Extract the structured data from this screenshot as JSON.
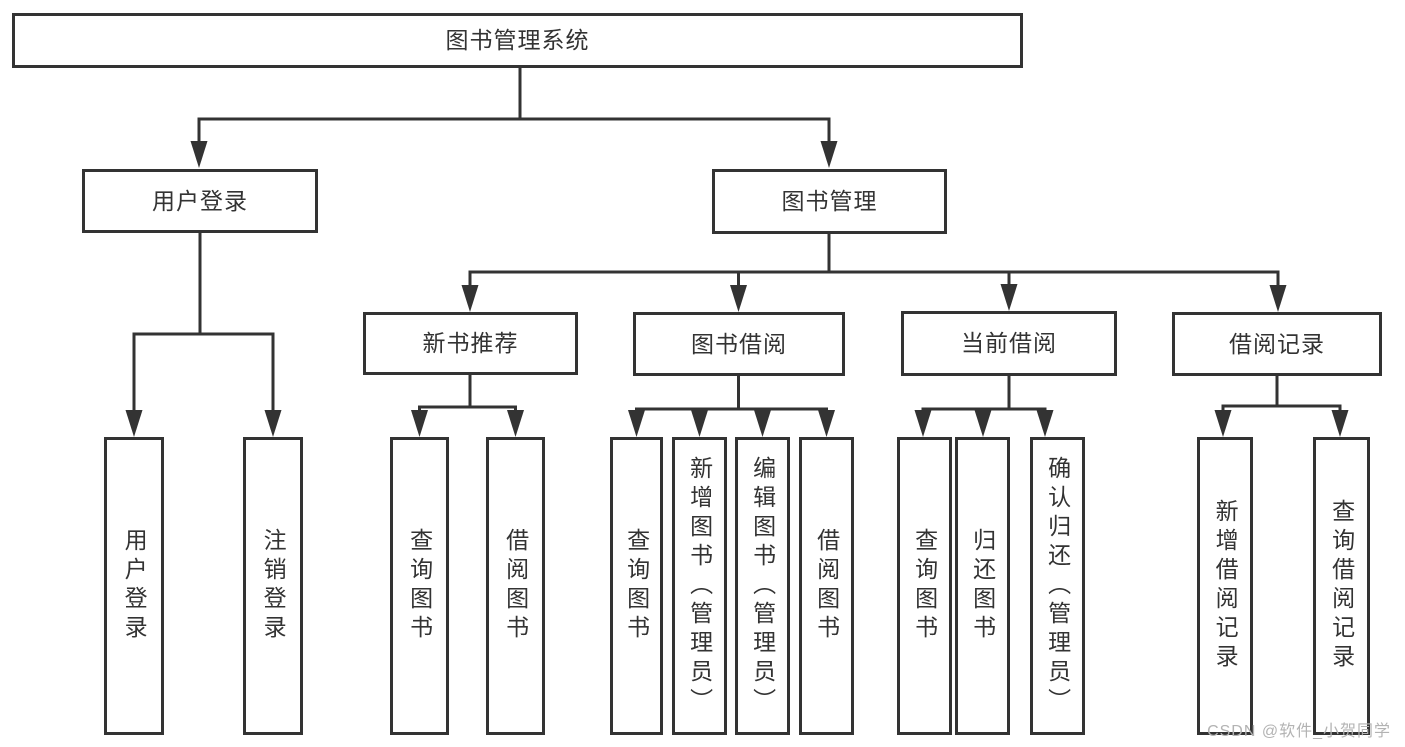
{
  "diagram": {
    "root": {
      "label": "图书管理系统"
    },
    "level2": [
      {
        "id": "user-login",
        "label": "用户登录"
      },
      {
        "id": "book-management",
        "label": "图书管理"
      }
    ],
    "level3": [
      {
        "id": "new-book-recommend",
        "label": "新书推荐",
        "parent": "book-management"
      },
      {
        "id": "book-borrow",
        "label": "图书借阅",
        "parent": "book-management"
      },
      {
        "id": "current-borrow",
        "label": "当前借阅",
        "parent": "book-management"
      },
      {
        "id": "borrow-records",
        "label": "借阅记录",
        "parent": "book-management"
      }
    ],
    "leaves": [
      {
        "id": "user-login-action",
        "label": "用户登录",
        "parent": "user-login"
      },
      {
        "id": "logout-action",
        "label": "注销登录",
        "parent": "user-login"
      },
      {
        "id": "recommend-query-books",
        "label": "查询图书",
        "parent": "new-book-recommend"
      },
      {
        "id": "recommend-borrow-books",
        "label": "借阅图书",
        "parent": "new-book-recommend"
      },
      {
        "id": "borrow-query-books",
        "label": "查询图书",
        "parent": "book-borrow"
      },
      {
        "id": "borrow-add-books-admin",
        "label": "新增图书（管理员）",
        "parent": "book-borrow"
      },
      {
        "id": "borrow-edit-books-admin",
        "label": "编辑图书（管理员）",
        "parent": "book-borrow"
      },
      {
        "id": "borrow-borrow-books",
        "label": "借阅图书",
        "parent": "book-borrow"
      },
      {
        "id": "current-query-books",
        "label": "查询图书",
        "parent": "current-borrow"
      },
      {
        "id": "current-return-books",
        "label": "归还图书",
        "parent": "current-borrow"
      },
      {
        "id": "current-confirm-return-admin",
        "label": "确认归还（管理员）",
        "parent": "current-borrow"
      },
      {
        "id": "records-add-record",
        "label": "新增借阅记录",
        "parent": "borrow-records"
      },
      {
        "id": "records-query-record",
        "label": "查询借阅记录",
        "parent": "borrow-records"
      }
    ]
  },
  "watermark": {
    "text": "CSDN @软件_小贺同学",
    "color": "#b3b3b3"
  },
  "colors": {
    "line": "#333333",
    "text": "#333333",
    "background": "#ffffff"
  }
}
